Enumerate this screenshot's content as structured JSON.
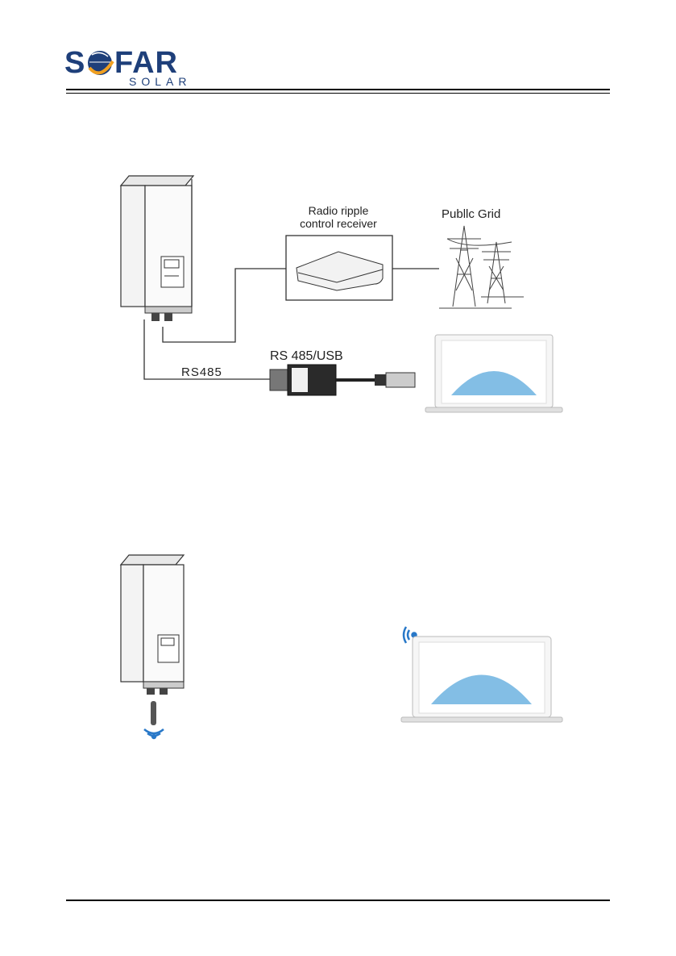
{
  "header": {
    "logo_main": "SOFAR",
    "logo_sub": "SOLAR"
  },
  "diagram1": {
    "receiver_label_line1": "Radio ripple",
    "receiver_label_line2": "control receiver",
    "grid_label": "Publlc Grid",
    "converter_label": "RS 485/USB",
    "line_label": "RS485"
  },
  "colors": {
    "logo_blue": "#1e3f7a",
    "logo_orange": "#f0a020",
    "wifi_blue": "#2878c8",
    "curve_blue": "#5aa8dc"
  }
}
